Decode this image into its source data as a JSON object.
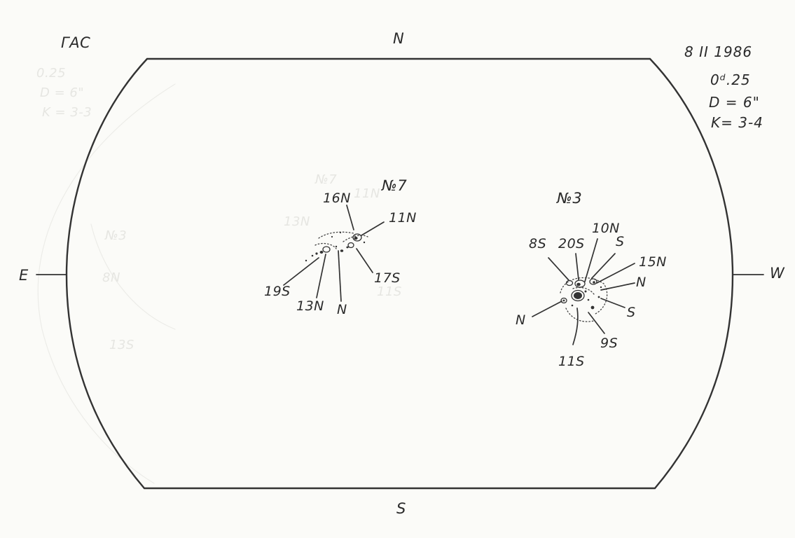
{
  "observatory": "ГАС",
  "observation": {
    "date": "8 II 1986",
    "time": "0ᵈ.25",
    "diameter": "D = 6\"",
    "quality": "K= 3-4"
  },
  "directions": {
    "north": "N",
    "south": "S",
    "east": "E",
    "west": "W"
  },
  "groups": [
    {
      "name": "№7",
      "labels": [
        "16N",
        "11N",
        "17S",
        "N",
        "13N",
        "19S"
      ]
    },
    {
      "name": "№3",
      "labels": [
        "8S",
        "20S",
        "10N",
        "S",
        "15N",
        "N",
        "S",
        "9S",
        "11S",
        "N"
      ]
    }
  ],
  "bleedthrough": [
    "№7",
    "№3",
    "13N",
    "8N",
    "13S",
    "11S",
    "11N",
    "0.25",
    "D = 6\"",
    "K = 3-3"
  ]
}
